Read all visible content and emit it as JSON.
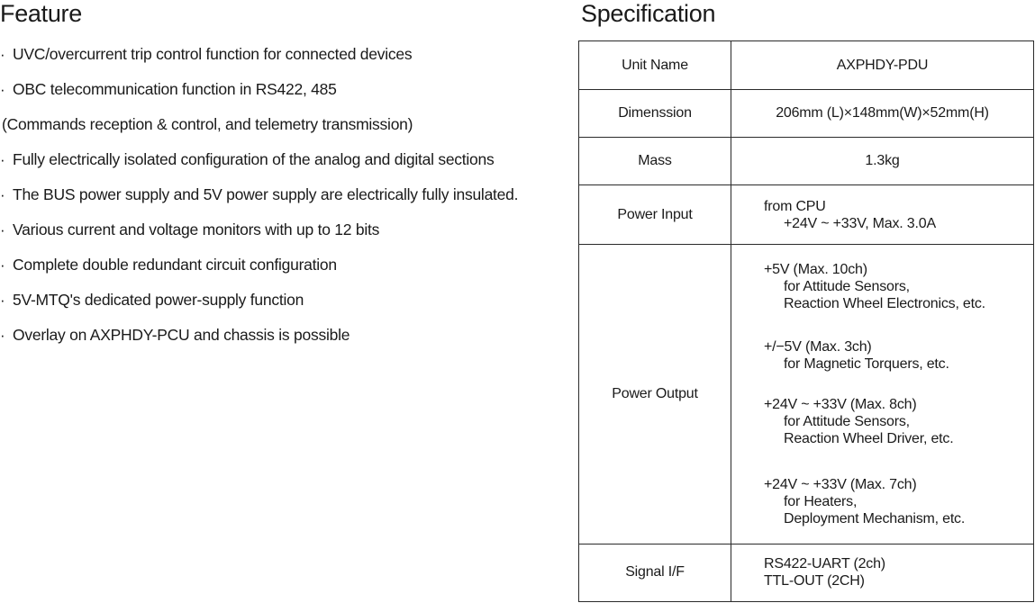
{
  "feature": {
    "heading": "Feature",
    "bullet": "·",
    "items": [
      {
        "text": "UVC/overcurrent trip control function for connected devices",
        "bullet": true
      },
      {
        "text": "OBC telecommunication function in RS422, 485",
        "bullet": true
      },
      {
        "text": "(Commands reception & control, and telemetry transmission)",
        "bullet": false
      },
      {
        "text": "Fully electrically isolated configuration of the analog and digital sections",
        "bullet": true
      },
      {
        "text": "The BUS power supply and 5V power supply are electrically fully insulated.",
        "bullet": true
      },
      {
        "text": "Various current and voltage monitors with up to 12 bits",
        "bullet": true
      },
      {
        "text": "Complete double redundant circuit configuration",
        "bullet": true
      },
      {
        "text": "5V-MTQ's dedicated power-supply function",
        "bullet": true
      },
      {
        "text": "Overlay on AXPHDY-PCU and chassis is possible",
        "bullet": true
      }
    ]
  },
  "specification": {
    "heading": "Specification",
    "unit_name": {
      "label": "Unit Name",
      "value": "AXPHDY-PDU"
    },
    "dimension": {
      "label": "Dimenssion",
      "value": "206mm (L)×148mm(W)×52mm(H)"
    },
    "mass": {
      "label": "Mass",
      "value": "1.3kg"
    },
    "power_input": {
      "label": "Power Input",
      "lines": [
        "from CPU",
        "+24V ~ +33V, Max. 3.0A"
      ]
    },
    "power_output": {
      "label": "Power Output",
      "groups": [
        {
          "head": "+5V (Max. 10ch)",
          "lines": [
            "for Attitude Sensors,",
            "Reaction Wheel Electronics, etc."
          ]
        },
        {
          "head": "+/−5V (Max. 3ch)",
          "lines": [
            "for Magnetic Torquers, etc."
          ]
        },
        {
          "head": "+24V ~ +33V (Max. 8ch)",
          "lines": [
            "for Attitude Sensors,",
            "Reaction Wheel Driver, etc."
          ]
        },
        {
          "head": "+24V ~ +33V (Max. 7ch)",
          "lines": [
            "for Heaters,",
            "Deployment Mechanism, etc."
          ]
        }
      ]
    },
    "signal_if": {
      "label": "Signal I/F",
      "lines": [
        "RS422-UART (2ch)",
        "TTL-OUT (2CH)"
      ]
    }
  }
}
